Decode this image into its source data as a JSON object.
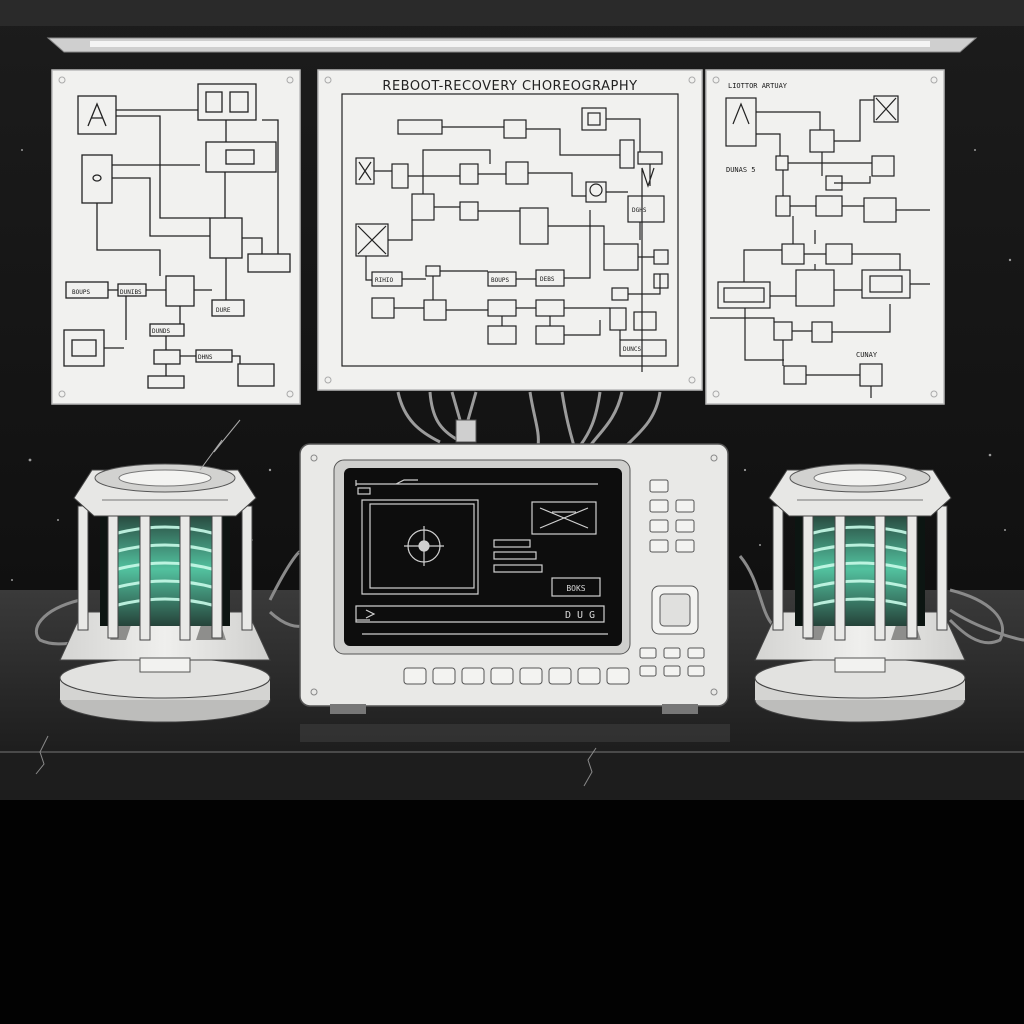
{
  "panels": {
    "center_title": "REBOOT-RECOVERY CHOREOGRAPHY",
    "right_title": "LIOTTOR ARTUAY",
    "left_labels": [
      "BOUPS",
      "DUNIBS",
      "DURE",
      "DUNDS",
      "DHNS"
    ],
    "center_labels": [
      "RIHIO",
      "BOUPS",
      "DEBS",
      "DGHS",
      "DUNCS"
    ],
    "right_labels": [
      "DUNAS 5",
      "CUNAY"
    ]
  },
  "screen": {
    "tag": "BOKS",
    "status": "D U G"
  },
  "colors": {
    "coil_glow": "#5fe0b8",
    "paper": "#f1f1ef",
    "device_body": "#e7e7e5",
    "screen_bg": "#0d0d0d"
  }
}
